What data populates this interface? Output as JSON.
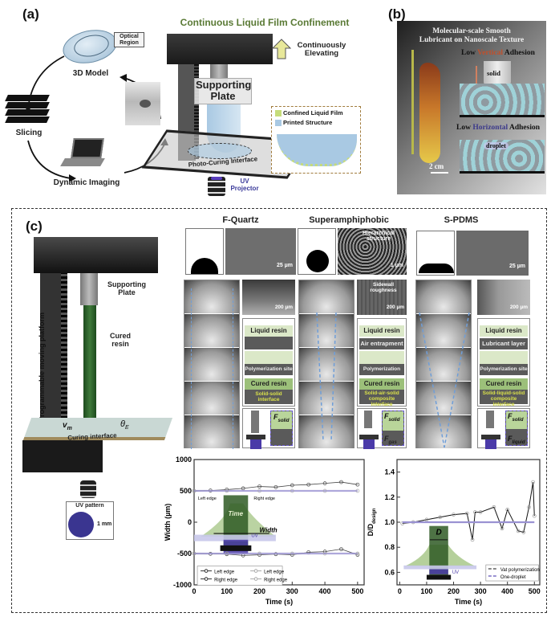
{
  "panel_a": {
    "label": "(a)",
    "title": "Continuous Liquid Film Confinement",
    "model_label": "3D Model",
    "optical_region": "Optical Region",
    "slicing": "Slicing",
    "dynamic_imaging": "Dynamic Imaging",
    "supporting_plate": "Supporting Plate",
    "elevating": "Continuously Elevating",
    "photo_curing": "Photo-Curing Interface",
    "uv_projector": "UV Projector",
    "legend": [
      {
        "label": "Confined Liquid Film",
        "color": "#c6dc7a"
      },
      {
        "label": "Printed Structure",
        "color": "#a9c9e3"
      }
    ]
  },
  "panel_b": {
    "label": "(b)",
    "title_line1": "Molecular-scale Smooth",
    "title_line2": "Lubricant on Nanoscale Texture",
    "vertical": {
      "pre": "Low ",
      "key": "Vertical",
      "post": " Adhesion",
      "key_color": "#c0502c"
    },
    "horizontal": {
      "pre": "Low ",
      "key": "Horizontal",
      "post": " Adhesion",
      "key_color": "#3c3a8a"
    },
    "solid": "solid",
    "droplet": "droplet",
    "scale": "2 cm"
  },
  "panel_c": {
    "label": "(c)",
    "platform": "Programmable moving platform",
    "supporting_plate": "Supporting Plate",
    "cured_resin": "Cured resin",
    "vm": "v",
    "vm_sub": "m",
    "theta": "θ",
    "theta_sub": "E",
    "curing_interface": "Curing interface",
    "uv_pattern": "UV pattern",
    "uv_size": "1 mm",
    "columns": [
      {
        "name": "F-Quartz",
        "scale_top": "25 µm",
        "scale_side": "200 µm",
        "side_note": "",
        "layers": [
          "Liquid resin",
          "",
          "Polymerization site",
          "Cured resin",
          "Solid-solid interface"
        ],
        "force_top": "F",
        "force_top_sub": "solid",
        "force_bottom": "",
        "force_bottom_sub": ""
      },
      {
        "name": "Superamphiphobic",
        "scale_top": "1 µm",
        "top_note": "Hierarchical structure",
        "scale_side": "200 µm",
        "side_note": "Sidewall roughness",
        "layers": [
          "Liquid resin",
          "Air entrapment",
          "Polymerization site",
          "Cured resin",
          "Solid-air-solid composite interface"
        ],
        "force_top": "F",
        "force_top_sub": "solid",
        "force_bottom": "F",
        "force_bottom_sub": "gas"
      },
      {
        "name": "S-PDMS",
        "scale_top": "25 µm",
        "scale_side": "200 µm",
        "side_note": "",
        "layers": [
          "Liquid resin",
          "Lubricant layer",
          "Polymerization site",
          "Cured resin",
          "Solid-liquid-solid composite interface"
        ],
        "force_top": "F",
        "force_top_sub": "solid",
        "force_bottom": "F",
        "force_bottom_sub": "liquid"
      }
    ]
  },
  "chart_data": [
    {
      "type": "scatter",
      "title": "",
      "xlabel": "Time (s)",
      "ylabel": "Width (µm)",
      "xlim": [
        0,
        520
      ],
      "ylim": [
        -1000,
        1000
      ],
      "xticks": [
        0,
        100,
        200,
        300,
        400,
        500
      ],
      "yticks": [
        -1000,
        -500,
        0,
        500,
        1000
      ],
      "grid": false,
      "legend_position": "bottom-left",
      "inset": {
        "left": "Left edge",
        "right": "Right edge",
        "time": "Time",
        "width": "Width",
        "uv": "UV"
      },
      "series": [
        {
          "name": "Left edge",
          "style": "dark",
          "x": [
            0,
            50,
            100,
            150,
            200,
            250,
            300,
            350,
            400,
            450,
            500
          ],
          "y": [
            500,
            505,
            520,
            540,
            570,
            560,
            590,
            600,
            620,
            640,
            600
          ]
        },
        {
          "name": "Right edge",
          "style": "dark",
          "x": [
            0,
            50,
            100,
            150,
            200,
            250,
            300,
            350,
            400,
            450,
            500
          ],
          "y": [
            -500,
            -505,
            -510,
            -530,
            -520,
            -510,
            -520,
            -480,
            -470,
            -430,
            -520
          ]
        },
        {
          "name": "Left edge",
          "style": "light",
          "x": [
            0,
            100,
            200,
            300,
            400,
            500
          ],
          "y": [
            500,
            500,
            500,
            500,
            500,
            500
          ]
        },
        {
          "name": "Right edge",
          "style": "light",
          "x": [
            0,
            100,
            200,
            300,
            400,
            500
          ],
          "y": [
            -500,
            -500,
            -500,
            -500,
            -500,
            -500
          ]
        }
      ]
    },
    {
      "type": "line",
      "title": "",
      "xlabel": "Time (s)",
      "ylabel": "D/D",
      "ylabel_sub": "design",
      "xlim": [
        -10,
        520
      ],
      "ylim": [
        0.5,
        1.5
      ],
      "xticks": [
        0,
        100,
        200,
        300,
        400,
        500
      ],
      "yticks": [
        0.6,
        0.8,
        1.0,
        1.2,
        1.4
      ],
      "grid": false,
      "legend_position": "bottom-right",
      "inset": {
        "d": "D",
        "uv": "UV"
      },
      "series": [
        {
          "name": "Vat polymerization",
          "x": [
            10,
            50,
            100,
            150,
            200,
            250,
            270,
            280,
            300,
            350,
            380,
            400,
            440,
            460,
            480,
            495,
            500
          ],
          "y": [
            0.99,
            1.0,
            1.02,
            1.04,
            1.06,
            1.07,
            0.86,
            1.08,
            1.08,
            1.12,
            0.95,
            1.1,
            0.93,
            0.92,
            1.12,
            1.32,
            1.05
          ]
        },
        {
          "name": "One-droplet",
          "x": [
            10,
            100,
            200,
            300,
            400,
            500
          ],
          "y": [
            1.0,
            1.0,
            1.0,
            1.0,
            1.0,
            1.0
          ]
        }
      ]
    }
  ]
}
